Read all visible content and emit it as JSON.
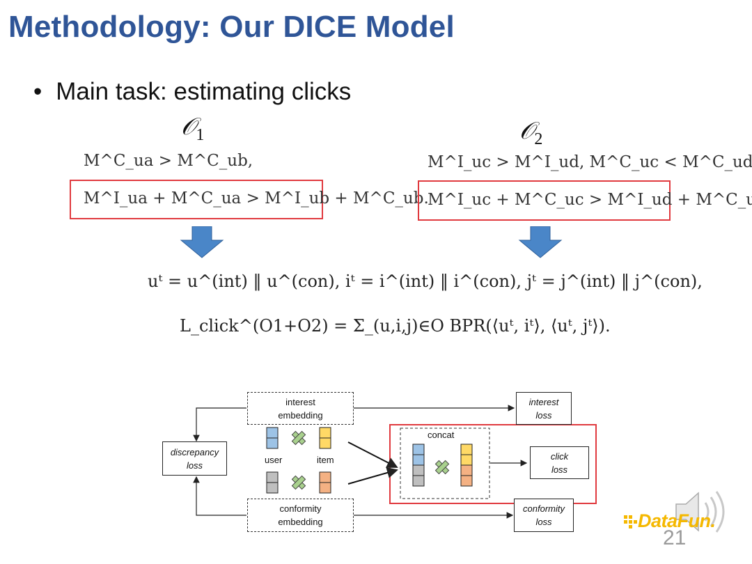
{
  "title": "Methodology: Our DICE Model",
  "bullet": "Main task: estimating clicks",
  "o1": {
    "label": "𝒪",
    "sub": "1",
    "line1": "M^C_ua > M^C_ub,",
    "line2": "M^I_ua + M^C_ua > M^I_ub + M^C_ub."
  },
  "o2": {
    "label": "𝒪",
    "sub": "2",
    "line1": "M^I_uc > M^I_ud, M^C_uc < M^C_ud,",
    "line2": "M^I_uc + M^C_uc > M^I_ud + M^C_ud."
  },
  "formula1": "uᵗ = u^(int) ‖ u^(con), iᵗ = i^(int) ‖ i^(con), jᵗ = j^(int) ‖ j^(con),",
  "formula2": "L_click^(O1+O2) = Σ_(u,i,j)∈O BPR(⟨uᵗ, iᵗ⟩, ⟨uᵗ, jᵗ⟩).",
  "diagram": {
    "interest_embedding": [
      "interest",
      "embedding"
    ],
    "conformity_embedding": [
      "conformity",
      "embedding"
    ],
    "discrepancy_loss": [
      "discrepancy",
      "loss"
    ],
    "interest_loss": [
      "interest",
      "loss"
    ],
    "conformity_loss": [
      "conformity",
      "loss"
    ],
    "click_loss": [
      "click",
      "loss"
    ],
    "concat": "concat",
    "user": "user",
    "item": "item"
  },
  "colors": {
    "title": "#2f5597",
    "red": "#e0393e",
    "arrow": "#4a86c8",
    "blue": "#9dc3e6",
    "yellow": "#ffd966",
    "gray": "#bfbfbf",
    "orange": "#f4b183",
    "cross": "#a9d18e"
  },
  "logo": "DataFun.",
  "page_number": "21"
}
